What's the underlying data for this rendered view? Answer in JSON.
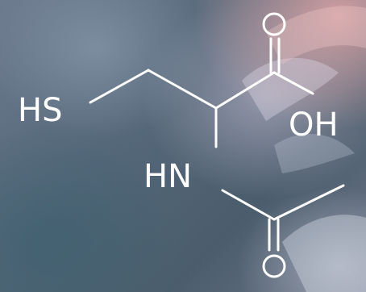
{
  "molecule": {
    "labels": {
      "thiol": "HS",
      "amine": "HN",
      "hydroxyl": "OH",
      "carbonyl_top": "O",
      "carbonyl_bottom": "O"
    }
  }
}
